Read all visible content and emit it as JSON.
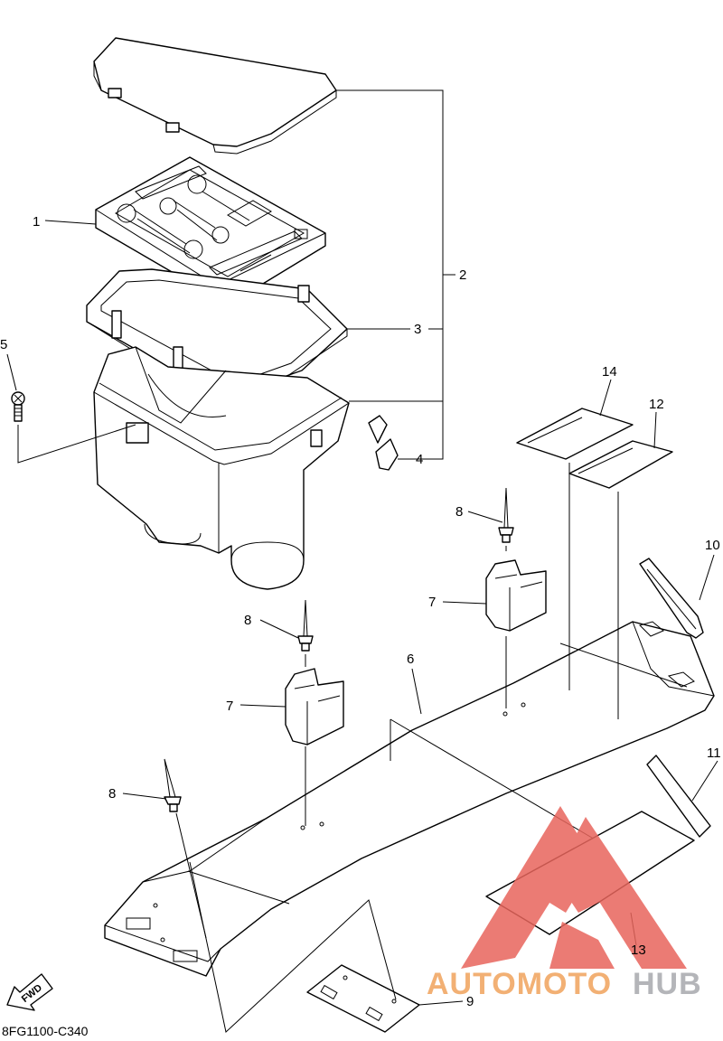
{
  "diagram_code": "8FG1100-C340",
  "fwd_label": "FWD",
  "callouts": [
    {
      "id": "1",
      "label": "1"
    },
    {
      "id": "2",
      "label": "2"
    },
    {
      "id": "3",
      "label": "3"
    },
    {
      "id": "4",
      "label": "4"
    },
    {
      "id": "5",
      "label": "5"
    },
    {
      "id": "6",
      "label": "6"
    },
    {
      "id": "7a",
      "label": "7"
    },
    {
      "id": "7b",
      "label": "7"
    },
    {
      "id": "8a",
      "label": "8"
    },
    {
      "id": "8b",
      "label": "8"
    },
    {
      "id": "8c",
      "label": "8"
    },
    {
      "id": "9",
      "label": "9"
    },
    {
      "id": "10",
      "label": "10"
    },
    {
      "id": "11",
      "label": "11"
    },
    {
      "id": "12",
      "label": "12"
    },
    {
      "id": "13",
      "label": "13"
    },
    {
      "id": "14",
      "label": "14"
    }
  ],
  "watermark": {
    "part1": "AUTOMOTO",
    "part2": "HUB",
    "colors": {
      "triangle": "#e8655c",
      "text_orange": "#f0a35c",
      "text_gray": "#a7a9ad"
    }
  }
}
